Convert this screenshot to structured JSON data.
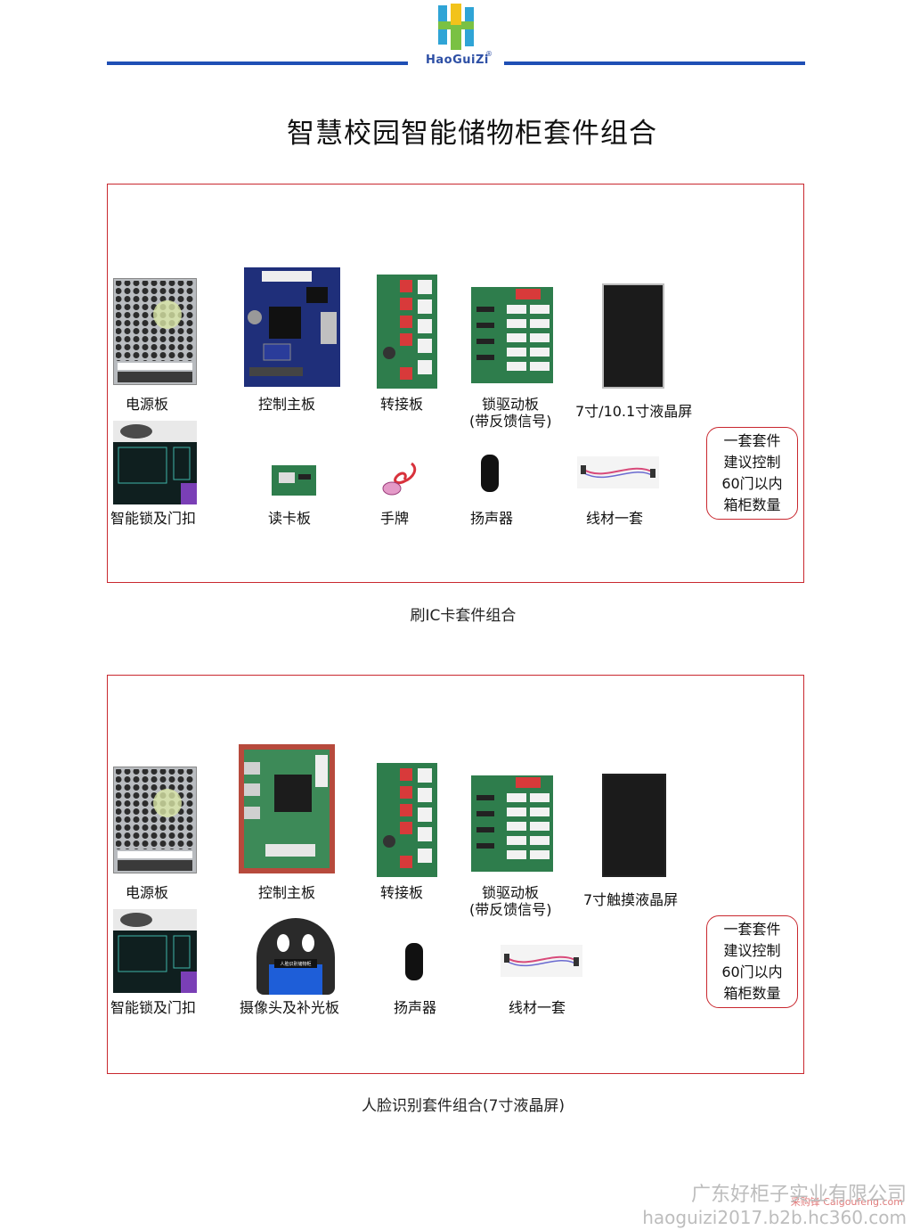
{
  "header": {
    "logo_text": "HaoGuiZi",
    "logo_registered": "®",
    "title": "智慧校园智能储物柜套件组合"
  },
  "colors": {
    "accent_blue": "#1f4fb5",
    "frame_red": "#c9282f"
  },
  "kit_ic": {
    "caption": "刷IC卡套件组合",
    "items": {
      "power_board": "电源板",
      "main_board": "控制主板",
      "adapter_board": "转接板",
      "lock_driver_line1": "锁驱动板",
      "lock_driver_line2": "(带反馈信号)",
      "lcd": "7寸/10.1寸液晶屏",
      "smart_lock": "智能锁及门扣",
      "card_reader": "读卡板",
      "wristband": "手牌",
      "speaker": "扬声器",
      "cables": "线材一套"
    },
    "note": [
      "一套套件",
      "建议控制",
      "60门以内",
      "箱柜数量"
    ]
  },
  "kit_face": {
    "caption": "人脸识别套件组合(7寸液晶屏)",
    "items": {
      "power_board": "电源板",
      "main_board": "控制主板",
      "adapter_board": "转接板",
      "lock_driver_line1": "锁驱动板",
      "lock_driver_line2": "(带反馈信号)",
      "lcd": "7寸触摸液晶屏",
      "smart_lock": "智能锁及门扣",
      "camera": "摄像头及补光板",
      "camera_screen_text": "人脸识别储物柜",
      "speaker": "扬声器",
      "cables": "线材一套"
    },
    "note": [
      "一套套件",
      "建议控制",
      "60门以内",
      "箱柜数量"
    ]
  },
  "watermark": {
    "company": "广东好柜子实业有限公司",
    "url": "haoguizi2017.b2b.hc360.com",
    "small": "采购锋 Caigoufeng.com"
  }
}
